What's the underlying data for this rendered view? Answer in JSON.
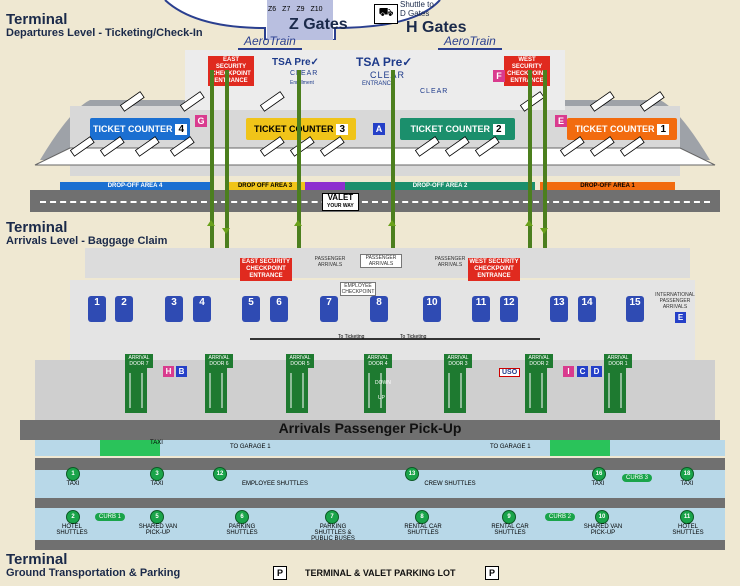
{
  "top": {
    "gate_labels": [
      "Z6",
      "Z7",
      "Z9",
      "Z10"
    ],
    "to_gates_line1": "Shuttle to",
    "to_gates_line2": "D Gates",
    "z_gates": "Z Gates",
    "h_gates": "H Gates",
    "aerotrain": "AeroTrain"
  },
  "departures": {
    "title": "Terminal",
    "subtitle": "Departures Level - Ticketing/Check-In",
    "counters": [
      {
        "label": "TICKET COUNTER",
        "num": "4",
        "color": "#1b6fd1"
      },
      {
        "label": "TICKET COUNTER",
        "num": "3",
        "color": "#f0c419"
      },
      {
        "label": "TICKET COUNTER",
        "num": "2",
        "color": "#1b8f6c"
      },
      {
        "label": "TICKET COUNTER",
        "num": "1",
        "color": "#f26b0f"
      }
    ],
    "gate_letters": [
      {
        "letter": "G",
        "color": "#d93b8e"
      },
      {
        "letter": "A",
        "color": "#2540c8"
      },
      {
        "letter": "E",
        "color": "#d93b8e"
      },
      {
        "letter": "F",
        "color": "#d93b8e"
      }
    ],
    "east_checkpoint": "EAST SECURITY CHECKPOINT ENTRANCE",
    "west_checkpoint": "WEST SECURITY CHECKPOINT ENTRANCE",
    "tsa_pre": "TSA Pre✓",
    "clear": "CLEAR",
    "enrollment": "Enrollment",
    "entrance": "ENTRANCE",
    "dropoff": [
      {
        "label": "DROP-OFF AREA 4",
        "color": "#1b6fd1"
      },
      {
        "label": "DROP OFF AREA 3",
        "color": "#f0c419"
      },
      {
        "label": "",
        "color": "#8d2fcf"
      },
      {
        "label": "DROP-OFF AREA 2",
        "color": "#1b8f6c"
      },
      {
        "label": "DROP-OFF AREA 1",
        "color": "#f26b0f"
      }
    ],
    "valet": "VALET",
    "valet_sub": "YOUR WAY"
  },
  "arrivals": {
    "title": "Terminal",
    "subtitle": "Arrivals Level - Baggage Claim",
    "east_checkpoint": "EAST SECURITY CHECKPOINT ENTRANCE",
    "west_checkpoint": "WEST SECURITY CHECKPOINT ENTRANCE",
    "passenger_arrivals": "PASSENGER ARRIVALS",
    "employee_checkpoint": "EMPLOYEE CHECKPOINT",
    "international": "INTERNATIONAL PASSENGER ARRIVALS",
    "to_ticketing": "To Ticketing",
    "carousels": [
      "1",
      "2",
      "3",
      "4",
      "5",
      "6",
      "7",
      "8",
      "10",
      "11",
      "12",
      "13",
      "14",
      "15"
    ],
    "arrival_door": "ARRIVAL DOOR",
    "door_numbers": [
      "7",
      "6",
      "5",
      "4",
      "3",
      "2",
      "1"
    ],
    "up": "UP",
    "down": "DOWN",
    "letters": [
      {
        "letter": "H",
        "color": "#d93b8e"
      },
      {
        "letter": "B",
        "color": "#2540c8"
      },
      {
        "letter": "I",
        "color": "#d93b8e"
      },
      {
        "letter": "C",
        "color": "#2540c8"
      },
      {
        "letter": "D",
        "color": "#2540c8"
      },
      {
        "letter": "E",
        "color": "#2540c8"
      }
    ],
    "uso": "USO",
    "pickup": "Arrivals Passenger Pick-Up"
  },
  "ground": {
    "title": "Terminal",
    "subtitle": "Ground Transportation & Parking",
    "taxi": "TAXI",
    "to_garage": "TO GARAGE 1",
    "curb": [
      "CURB 1",
      "CURB 2",
      "CURB 3"
    ],
    "row1": [
      {
        "num": "1",
        "label": "TAXI"
      },
      {
        "num": "3",
        "label": "TAXI"
      },
      {
        "num": "12",
        "label": "EMPLOYEE SHUTTLES"
      },
      {
        "num": "13",
        "label": "CREW SHUTTLES"
      },
      {
        "num": "16",
        "label": "TAXI"
      },
      {
        "num": "18",
        "label": "TAXI"
      }
    ],
    "row2": [
      {
        "num": "2",
        "label": "HOTEL SHUTTLES"
      },
      {
        "num": "5",
        "label": "SHARED VAN PICK-UP"
      },
      {
        "num": "6",
        "label": "PARKING SHUTTLES"
      },
      {
        "num": "7",
        "label": "PARKING SHUTTLES & PUBLIC BUSES"
      },
      {
        "num": "8",
        "label": "RENTAL CAR SHUTTLES"
      },
      {
        "num": "9",
        "label": "RENTAL CAR SHUTTLES"
      },
      {
        "num": "10",
        "label": "SHARED VAN PICK-UP"
      },
      {
        "num": "11",
        "label": "HOTEL SHUTTLES"
      }
    ],
    "lot": "TERMINAL & VALET PARKING LOT",
    "parking_p": "P"
  }
}
